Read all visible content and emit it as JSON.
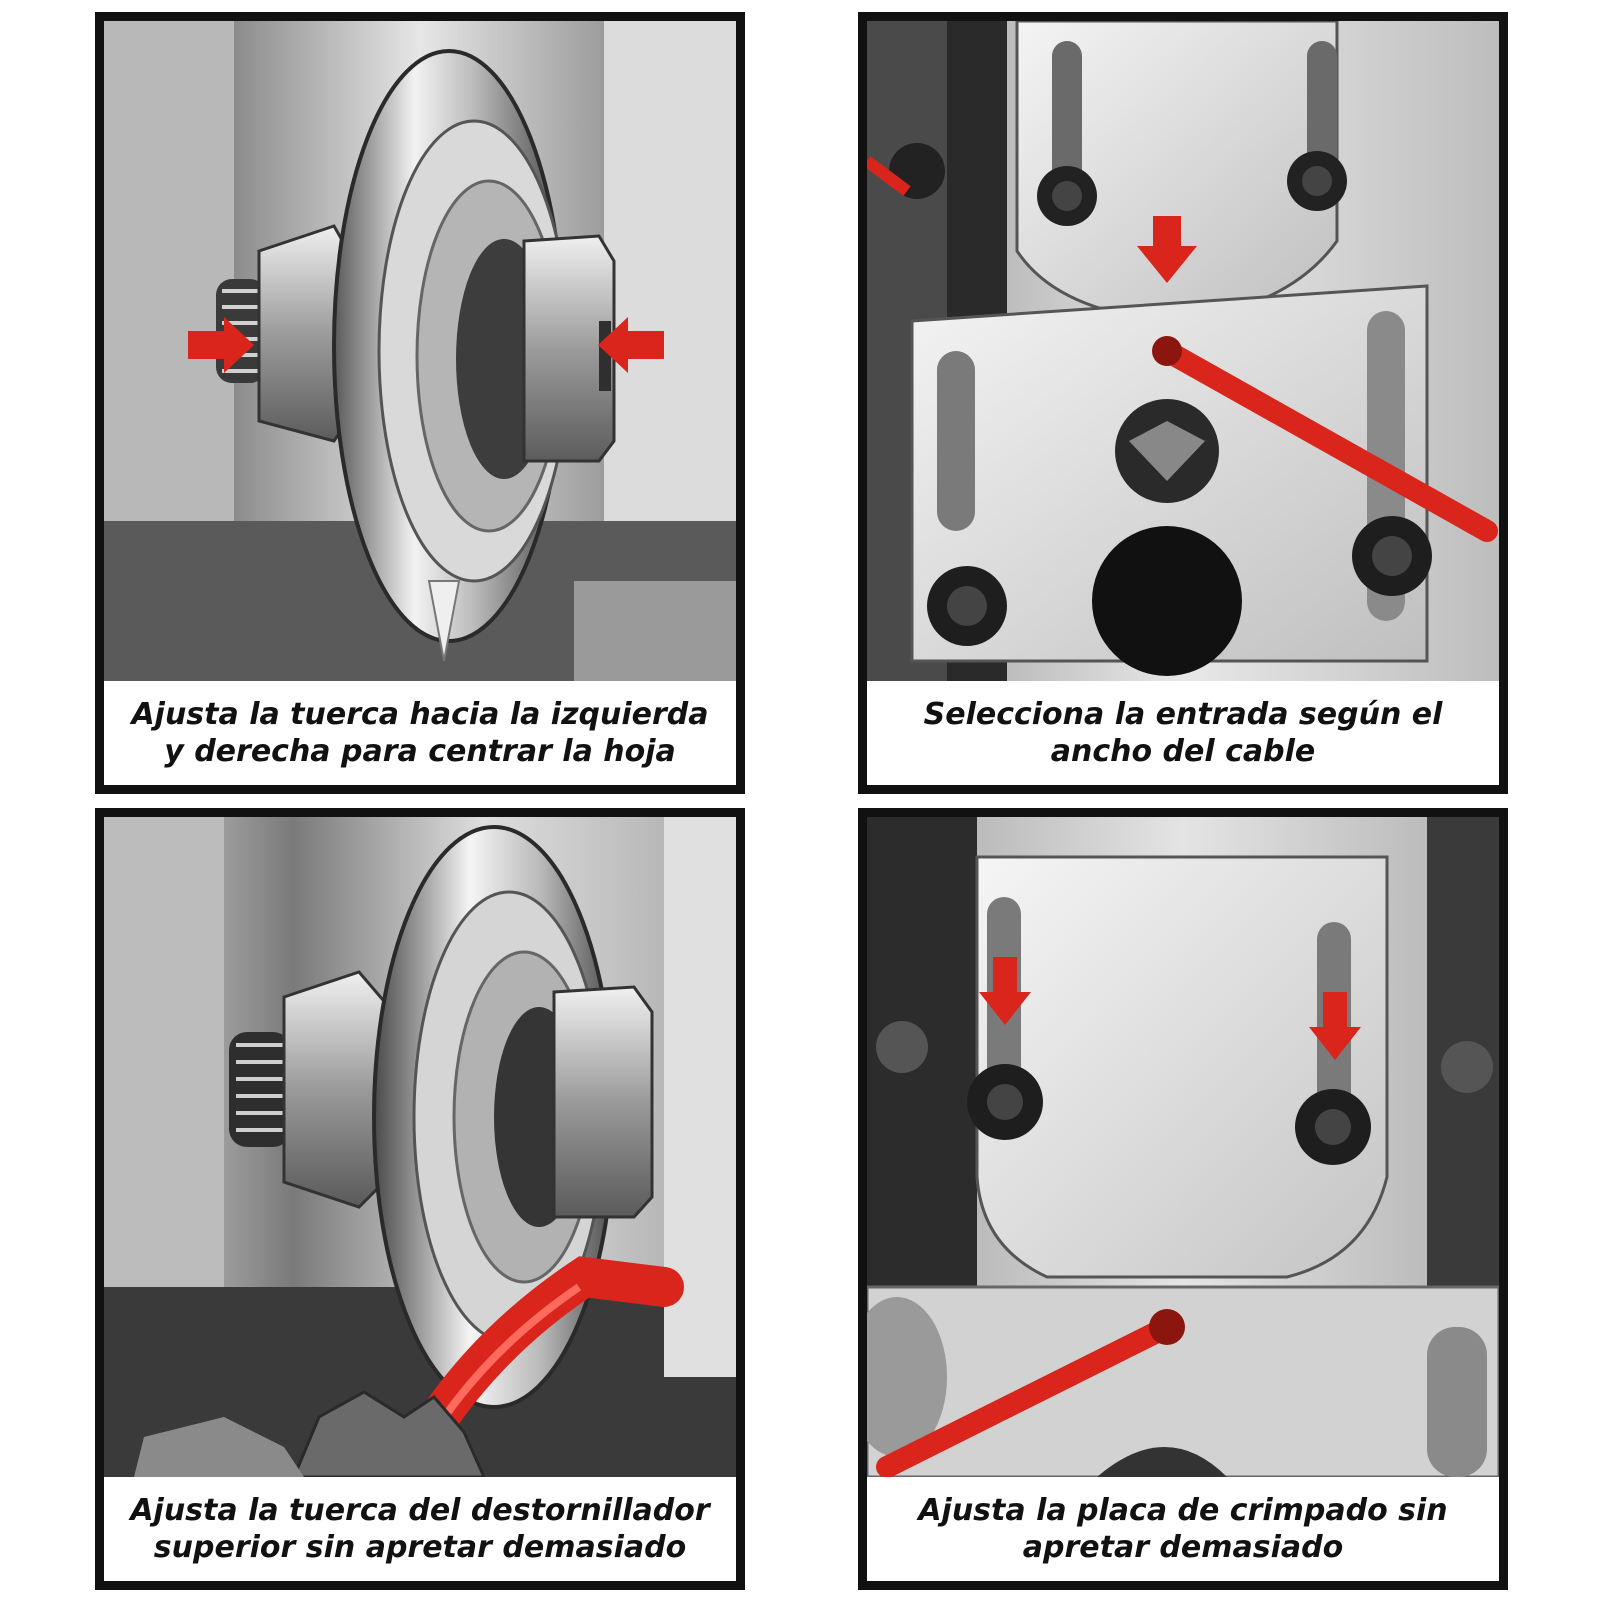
{
  "panels": [
    {
      "caption_line1": "Ajusta la tuerca hacia la izquierda",
      "caption_line2": "y derecha para centrar la hoja"
    },
    {
      "caption_line1": "Selecciona la entrada según el",
      "caption_line2": "ancho del cable"
    },
    {
      "caption_line1": "Ajusta la tuerca del destornillador",
      "caption_line2": "superior sin apretar demasiado"
    },
    {
      "caption_line1": "Ajusta la placa de crimpado sin",
      "caption_line2": "apretar demasiado"
    }
  ],
  "colors": {
    "accent_red": "#d9251c",
    "frame": "#111111",
    "metal_light": "#e6e6e6",
    "metal_dark": "#3a3a3a"
  }
}
